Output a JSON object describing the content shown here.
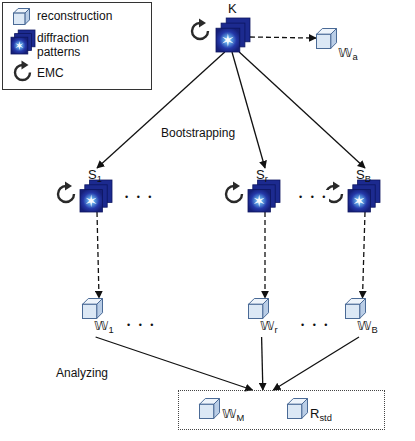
{
  "diagram": {
    "nodes": [
      {
        "text": [
          "K"
        ]
      },
      {
        "text": [
          "𝕎a"
        ]
      },
      {
        "text": [
          "S1"
        ]
      },
      {
        "text": [
          "Sr"
        ]
      },
      {
        "text": [
          "SB"
        ]
      },
      {
        "text": [
          "𝕎1"
        ]
      },
      {
        "text": [
          "𝕎r"
        ]
      },
      {
        "text": [
          "𝕎B"
        ]
      },
      {
        "text": []
      },
      {
        "text": [
          "𝕎M"
        ],
        "in": 8
      },
      {
        "text": [
          "Rstd"
        ],
        "in": 8
      }
    ],
    "edges": [
      {
        "from": 0,
        "to": 1,
        "arrow": "to"
      },
      {
        "from": 0,
        "to": 2,
        "arrow": "to"
      },
      {
        "from": 0,
        "to": 3,
        "arrow": "to"
      },
      {
        "from": 0,
        "to": 4,
        "arrow": "to"
      },
      {
        "from": 2,
        "to": 5,
        "arrow": "to"
      },
      {
        "from": 3,
        "to": 6,
        "arrow": "to"
      },
      {
        "from": 4,
        "to": 7,
        "arrow": "to"
      },
      {
        "from": 5,
        "to": 8,
        "arrow": "to"
      },
      {
        "from": 6,
        "to": 8,
        "arrow": "to"
      },
      {
        "from": 7,
        "to": 8,
        "arrow": "to"
      }
    ],
    "labels": [
      "Bootstrapping",
      "• • •",
      "• • •",
      "Analyzing",
      "• • •",
      "• • •"
    ],
    "legend": [
      {
        "text": "reconstruction"
      },
      {
        "text": "diffraction patterns"
      },
      {
        "text": "EMC"
      }
    ]
  }
}
